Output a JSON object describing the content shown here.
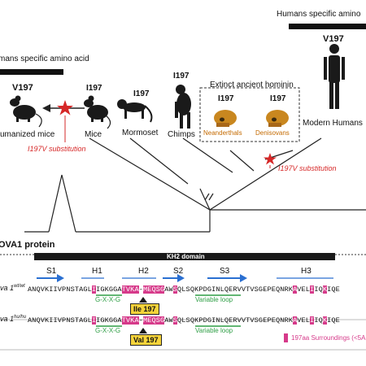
{
  "top_right_title": "Humans specific amino",
  "left_title": "mans specific amino acid",
  "species": {
    "humanized_mice": {
      "residue": "V197",
      "label": "umanized mice"
    },
    "mice": {
      "residue": "I197",
      "label": "Mice"
    },
    "marmoset": {
      "residue": "I197",
      "label": "Mormoset"
    },
    "chimps": {
      "residue": "I197",
      "label": "Chimps"
    },
    "neanderthals": {
      "residue": "I197",
      "label": "Neanderthals"
    },
    "denisovans": {
      "residue": "I197",
      "label": "Denisovans"
    },
    "modern_humans": {
      "residue": "V197",
      "label": "Modern Humans"
    }
  },
  "extinct_box_title": "Extinct ancient hominin",
  "substitution_left": "I197V substitution",
  "substitution_right": "I197V substitution",
  "protein_title": "OVA1 protein",
  "domain_label": "KH2 domain",
  "structure_labels": [
    "S1",
    "H1",
    "H2",
    "S2",
    "S3",
    "H3"
  ],
  "sequences": [
    {
      "genotype": "va 1",
      "superscript": "wt/wt",
      "seq_segments": [
        {
          "text": "ANQVKIIVPNSTAGL",
          "hl": false
        },
        {
          "text": "I",
          "hl": true
        },
        {
          "text": "IGKGGA",
          "hl": false
        },
        {
          "text": "TVKA",
          "hl": true
        },
        {
          "text": "-",
          "hl": false
        },
        {
          "text": "MEQSG",
          "hl": true
        },
        {
          "text": "AW",
          "hl": false
        },
        {
          "text": "S",
          "hl": true
        },
        {
          "text": "QLSQKPDGINLQERVVTVSGEPEQNRK",
          "hl": false
        },
        {
          "text": "A",
          "hl": true
        },
        {
          "text": "VEL",
          "hl": false
        },
        {
          "text": "I",
          "hl": true
        },
        {
          "text": "IQ",
          "hl": false
        },
        {
          "text": "K",
          "hl": true
        },
        {
          "text": "IQE",
          "hl": false
        }
      ],
      "motif": "G-X-X-G",
      "loop": "Variable loop",
      "residue_box": "Ile 197"
    },
    {
      "genotype": "va 1",
      "superscript": "hu/hu",
      "seq_segments": [
        {
          "text": "ANQVKIIVPNSTAGL",
          "hl": false
        },
        {
          "text": "I",
          "hl": true
        },
        {
          "text": "IGKGGA",
          "hl": false
        },
        {
          "text": "TVKA",
          "hl": true
        },
        {
          "text": "-",
          "hl": false
        },
        {
          "text": "MEQSG",
          "hl": true
        },
        {
          "text": "AW",
          "hl": false
        },
        {
          "text": "S",
          "hl": true
        },
        {
          "text": "QLSQKPDGINLQERVVTVSGEPEQNRK",
          "hl": false
        },
        {
          "text": "A",
          "hl": true
        },
        {
          "text": "VEL",
          "hl": false
        },
        {
          "text": "I",
          "hl": true
        },
        {
          "text": "IQ",
          "hl": false
        },
        {
          "text": "K",
          "hl": true
        },
        {
          "text": "IQE",
          "hl": false
        }
      ],
      "motif": "G-X-X-G",
      "loop": "Variable loop",
      "residue_box": "Val 197"
    }
  ],
  "legend_label": "197aa Surroundings (<5A",
  "colors": {
    "highlight": "#d63a8a",
    "motif_green": "#2e9e45",
    "substitution_red": "#d62828",
    "arrow_blue": "#2a6fd1",
    "residue_box_fill": "#f5d33a"
  }
}
